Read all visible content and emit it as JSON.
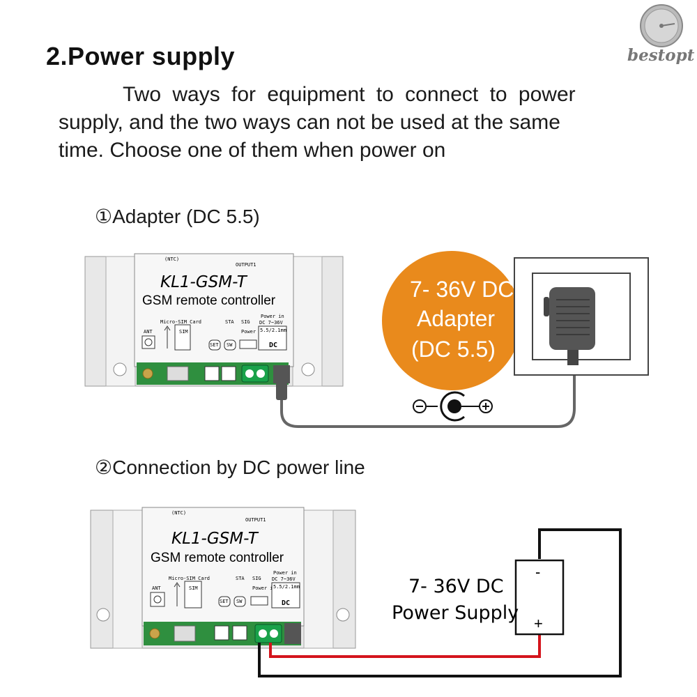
{
  "heading": "2.Power supply",
  "intro": {
    "line1": "Two  ways for equipment to connect to power",
    "line2": "supply, and the  two ways can not be used at the same",
    "line3": "time. Choose one of them when power on"
  },
  "brand": "bestopt",
  "section1": {
    "label": "①Adapter (DC 5.5)",
    "bubble": [
      "7- 36V DC",
      "Adapter",
      "(DC 5.5)"
    ],
    "polarity": {
      "minus": "⊖",
      "plus": "⊕"
    }
  },
  "section2": {
    "label": "②Connection by DC power line",
    "supply_line1": "7- 36V DC",
    "supply_line2": "Power Supply",
    "minus": "-",
    "plus": "+"
  },
  "controller": {
    "model": "KL1-GSM-T",
    "subtitle": "GSM remote controller",
    "ntc": "(NTC)",
    "output": "OUTPUT1",
    "ant": "ANT",
    "sim_card": "Micro-SIM Card",
    "sim": "SIM",
    "sta": "STA",
    "sig": "SIG",
    "set": "SET",
    "sw": "SW",
    "power_in": "Power in",
    "range": "DC 7~36V",
    "jack": "5.5/2.1mm",
    "dc": "DC"
  }
}
